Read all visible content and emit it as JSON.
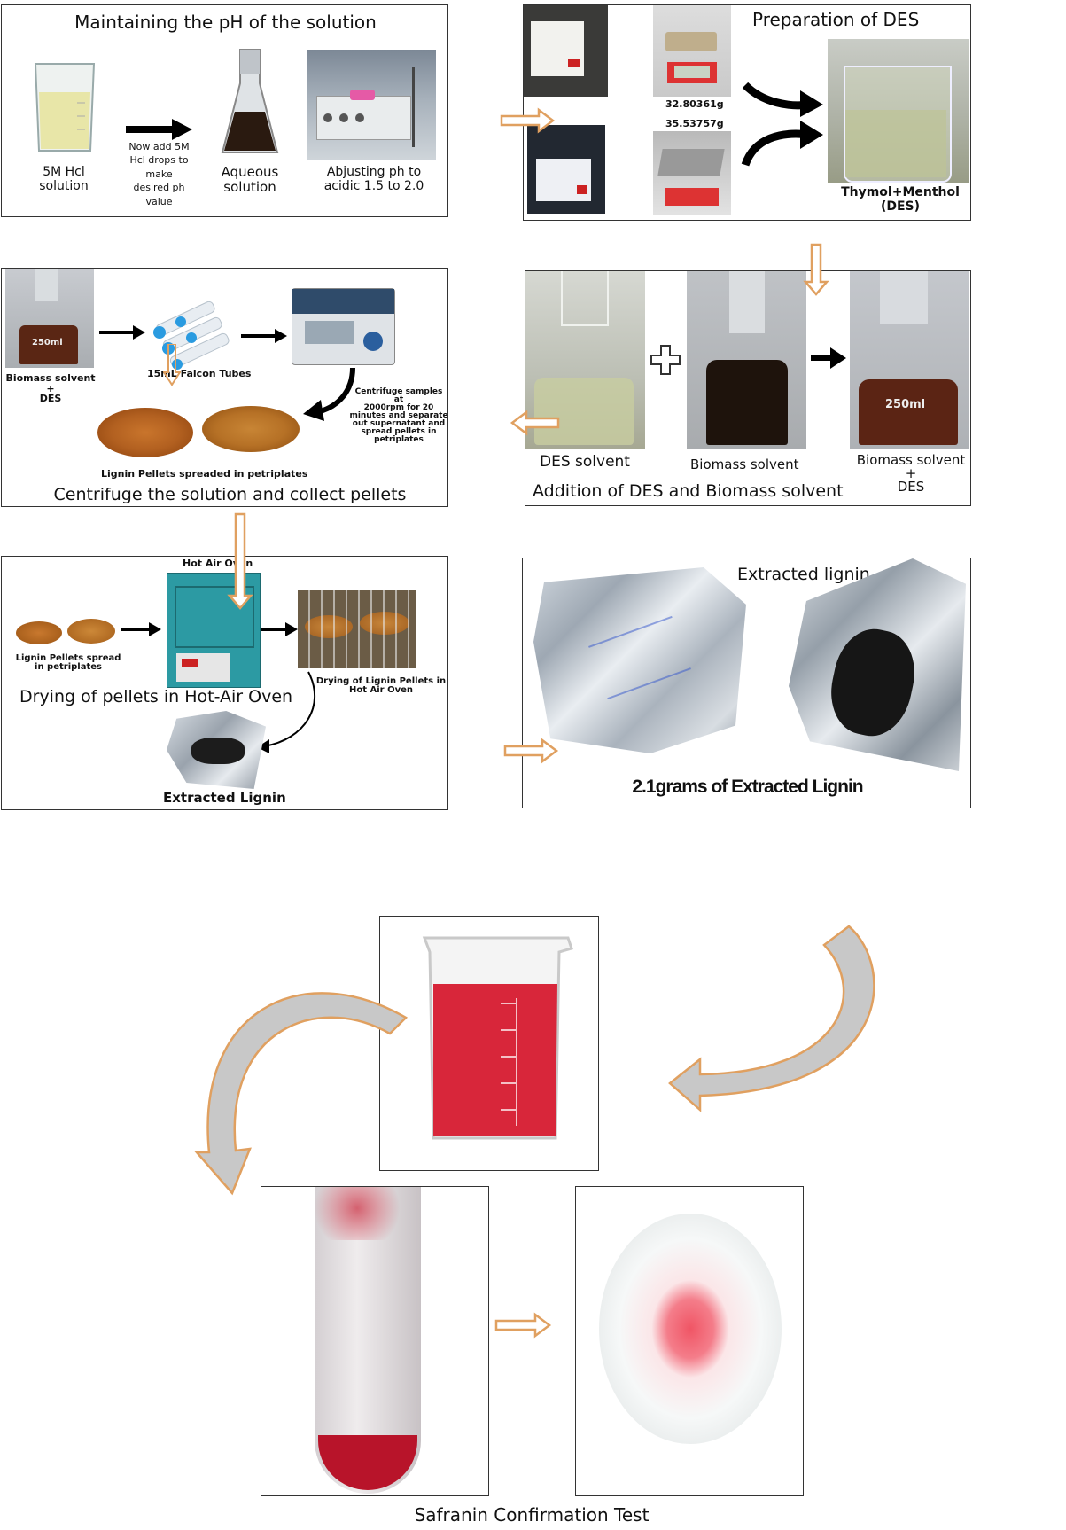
{
  "panel1": {
    "title": "Maintaining the pH of the solution",
    "hcl_label": "5M Hcl\nsolution",
    "arrow_note": "Now add 5M\nHcl drops to\nmake\ndesired ph\nvalue",
    "aqueous_label": "Aqueous\nsolution",
    "adjust_label": "Abjusting ph to\nacidic  1.5 to 2.0"
  },
  "panel2": {
    "title": "Preparation of DES",
    "weight1": "32.80361g",
    "weight2": "35.53757g",
    "des_label": "Thymol+Menthol\n(DES)"
  },
  "panel3": {
    "biomass_label": "Biomass solvent\n+\nDES",
    "falcon_label": "15mL Falcon Tubes",
    "centrifuge_note": "Centrifuge samples at\n2000rpm for 20\nminutes and separate\nout supernatant and\nspread pellets in\npetriplates",
    "pellets_label": "Lignin Pellets spreaded in petriplates",
    "title": "Centrifuge the solution and collect pellets",
    "beaker_text": "250ml"
  },
  "panel4": {
    "des_solvent": "DES solvent",
    "biomass_solvent": "Biomass solvent",
    "mix_label": "Biomass solvent\n+\nDES",
    "title": "Addition of DES and Biomass solvent",
    "beaker_text": "250ml"
  },
  "panel5": {
    "oven_label": "Hot Air Oven",
    "pellets_label": "Lignin Pellets spread\nin petriplates",
    "drying_label": "Drying of Lignin Pellets in\nHot Air Oven",
    "title": "Drying of pellets in Hot-Air Oven",
    "extracted_label": "Extracted Lignin"
  },
  "panel6": {
    "title": "Extracted lignin",
    "caption": "2.1grams of Extracted Lignin"
  },
  "bottom": {
    "caption": "Safranin Confirmation Test"
  },
  "colors": {
    "arrow_outline": "#e0a060",
    "curved_fill": "#c8c8c8",
    "safranin_red": "#d8263a"
  }
}
